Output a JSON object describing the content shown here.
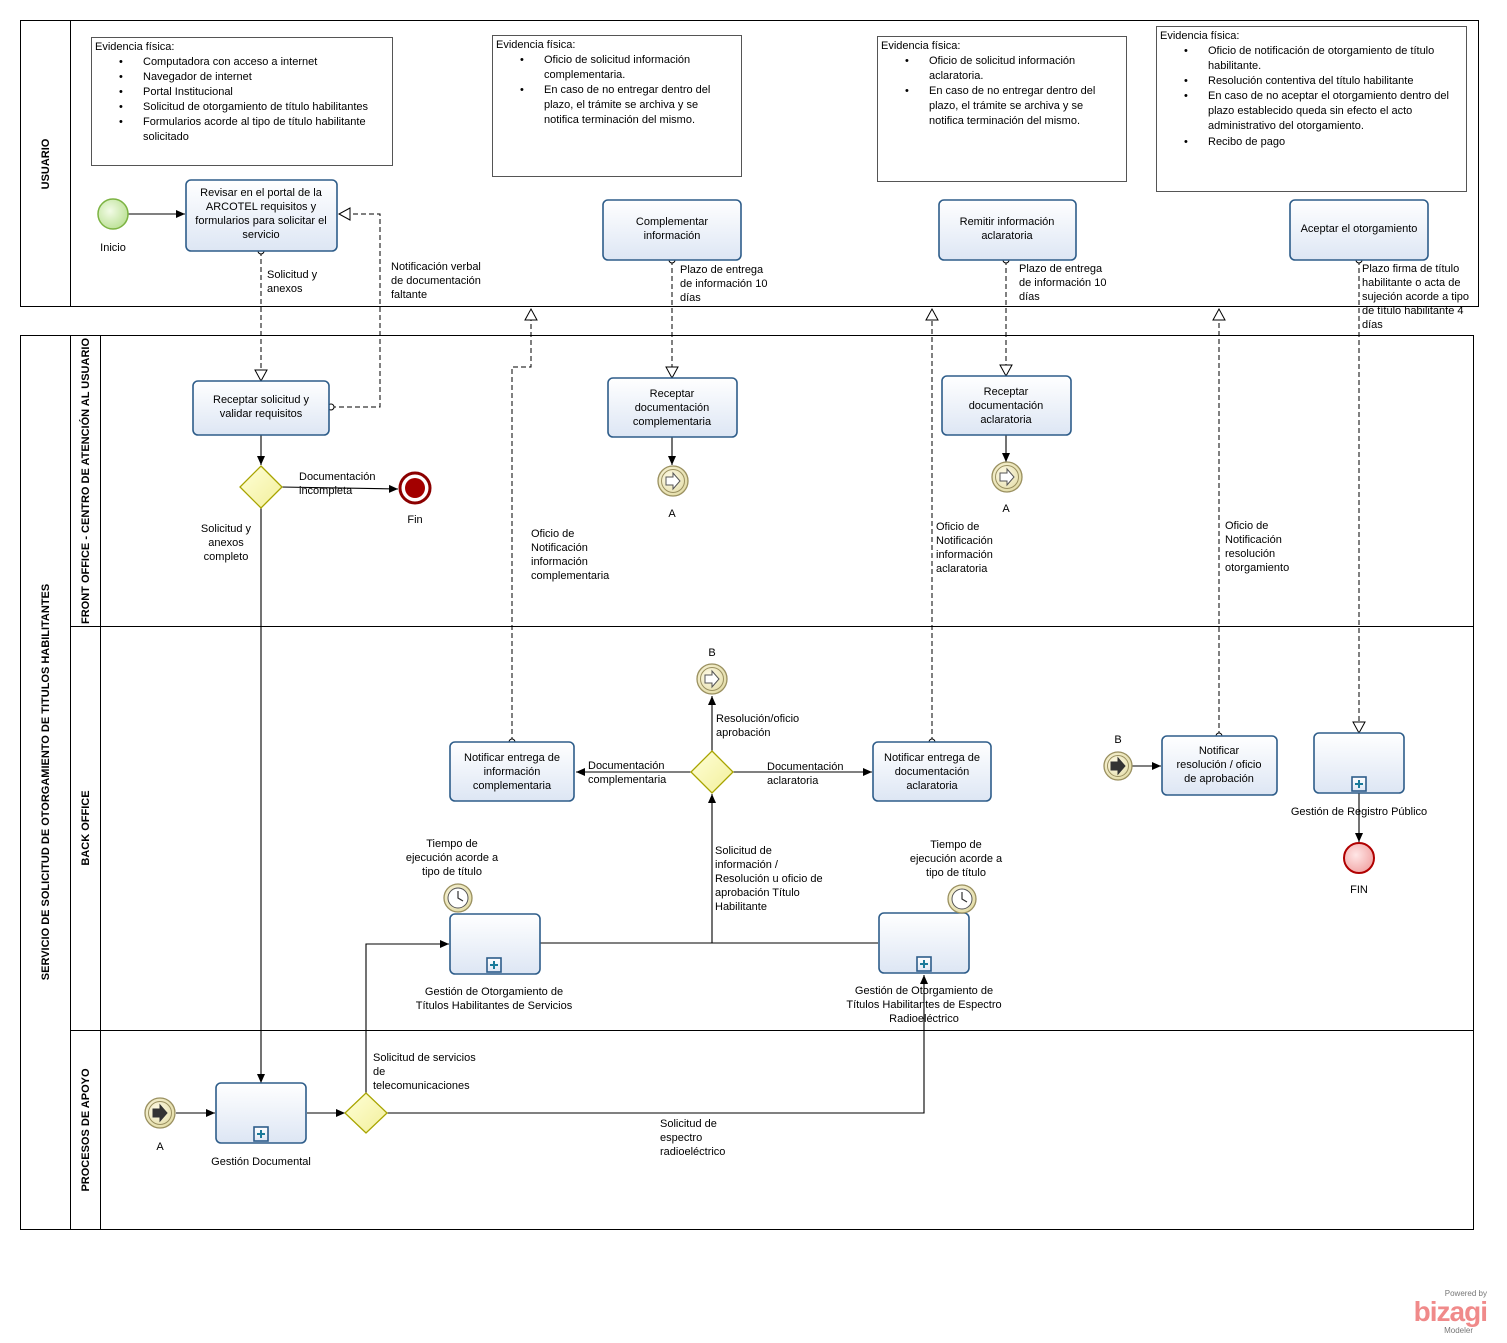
{
  "pools": {
    "usuario": "USUARIO",
    "servicio": "SERVICIO DE SOLICITUD DE OTORGAMIENTO DE TITULOS HABILITANTES"
  },
  "lanes": {
    "front": "FRONT OFFICE - CENTRO DE ATENCIÓN AL USUARIO",
    "back": "BACK OFFICE",
    "apoyo": "PROCESOS DE APOYO"
  },
  "notes": [
    {
      "title": "Evidencia física:",
      "items": [
        [
          "Computadora con acceso a internet"
        ],
        [
          "Navegador de internet"
        ],
        [
          "Portal Institucional"
        ],
        [
          "Solicitud de otorgamiento de título habilitantes"
        ],
        [
          "Formularios acorde al tipo de título habilitante",
          "solicitado"
        ]
      ]
    },
    {
      "title": "Evidencia física:",
      "items": [
        [
          "Oficio de solicitud información",
          "complementaria."
        ],
        [
          "En caso de no entregar dentro del",
          "plazo, el trámite se archiva y se",
          "notifica terminación del mismo."
        ]
      ]
    },
    {
      "title": "Evidencia física:",
      "items": [
        [
          "Oficio de solicitud información",
          "aclaratoria."
        ],
        [
          "En caso de no entregar dentro del",
          "plazo, el trámite se archiva y se",
          "notifica terminación del mismo."
        ]
      ]
    },
    {
      "title": "Evidencia física:",
      "items": [
        [
          "Oficio de notificación de otorgamiento de título",
          "habilitante."
        ],
        [
          "Resolución contentiva del título habilitante"
        ],
        [
          "En caso de no aceptar el otorgamiento dentro del",
          "plazo establecido queda sin efecto el acto",
          "administrativo del otorgamiento."
        ],
        [
          "Recibo de pago"
        ]
      ]
    }
  ],
  "tasks": [
    [
      "Revisar en el portal de la",
      "ARCOTEL requisitos y",
      "formularios para solicitar el",
      "servicio"
    ],
    [
      "Complementar",
      "información"
    ],
    [
      "Remitir información",
      "aclaratoria"
    ],
    [
      "Aceptar el otorgamiento"
    ],
    [
      "Receptar solicitud y",
      "validar requisitos"
    ],
    [
      "Receptar",
      "documentación",
      "complementaria"
    ],
    [
      "Receptar",
      "documentación",
      "aclaratoria"
    ],
    [
      "Notificar entrega de",
      "información",
      "complementaria"
    ],
    [
      "Notificar entrega de",
      "documentación",
      "aclaratoria"
    ],
    [
      "Notificar",
      "resolución / oficio",
      "de aprobación"
    ]
  ],
  "subprocesses": [
    [
      "Gestión de Otorgamiento de",
      "Títulos Habilitantes de Servicios"
    ],
    [
      "Gestión de Otorgamiento de",
      "Títulos Habilitantes de Espectro",
      "Radioeléctrico"
    ],
    [
      "Gestión de Registro Público"
    ],
    [
      "Gestión Documental"
    ]
  ],
  "events": {
    "inicio": "Inicio",
    "fin": "Fin",
    "fin_upper": "FIN",
    "link_a": "A",
    "link_b": "B"
  },
  "flow_labels": {
    "solicitud_anexos": [
      "Solicitud y",
      "anexos"
    ],
    "notificacion_verbal": [
      "Notificación verbal",
      "de documentación",
      "faltante"
    ],
    "plazo_10_a": [
      "Plazo de entrega",
      "de información 10",
      "días"
    ],
    "plazo_10_b": [
      "Plazo de entrega",
      "de información 10",
      "días"
    ],
    "plazo_firma": [
      "Plazo firma de título",
      "habilitante o  acta de",
      "sujeción acorde a tipo",
      "de título habilitante  4",
      "días"
    ],
    "doc_incompleta": [
      "Documentación",
      "incompleta"
    ],
    "solicitud_completo": [
      "Solicitud y",
      "anexos",
      "completo"
    ],
    "oficio_complementaria": [
      "Oficio de",
      "Notificación",
      "información",
      "complementaria"
    ],
    "oficio_aclaratoria": [
      "Oficio de",
      "Notificación",
      "información",
      "aclaratoria"
    ],
    "oficio_resolucion": [
      "Oficio de",
      "Notificación",
      "resolución",
      "otorgamiento"
    ],
    "resolucion_aprobacion": [
      "Resolución/oficio",
      "aprobación"
    ],
    "doc_complementaria": [
      "Documentación",
      "complementaria"
    ],
    "doc_aclaratoria": [
      "Documentación",
      "aclaratoria"
    ],
    "solicitud_informacion": [
      "Solicitud de",
      "información /",
      "Resolución u oficio de",
      "aprobación Título",
      "Habilitante"
    ],
    "tiempo_1": [
      "Tiempo de",
      "ejecución acorde a",
      "tipo de título"
    ],
    "tiempo_2": [
      "Tiempo de",
      "ejecución acorde a",
      "tipo de título"
    ],
    "solicitud_servicios": [
      "Solicitud de servicios",
      "de",
      "telecomunicaciones"
    ],
    "solicitud_espectro": [
      "Solicitud de",
      "espectro",
      "radioeléctrico"
    ]
  },
  "branding": {
    "powered": "Powered by",
    "name": "bizagi",
    "product": "Modeler"
  }
}
